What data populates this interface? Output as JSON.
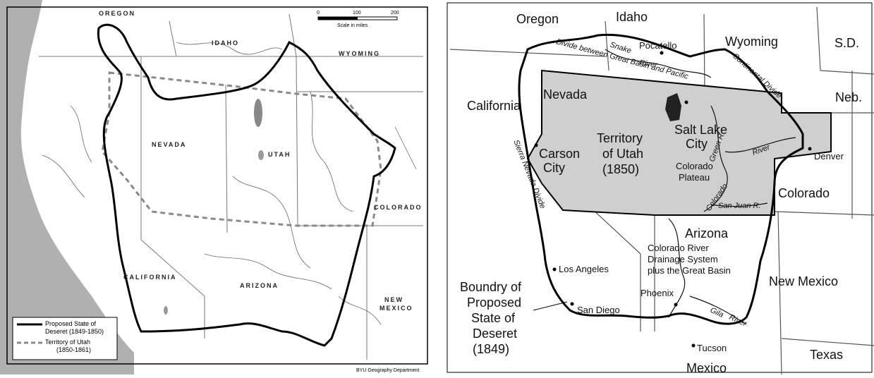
{
  "left_map": {
    "states": {
      "oregon": "OREGON",
      "idaho": "IDAHO",
      "wyoming": "WYOMING",
      "nevada": "NEVADA",
      "utah": "UTAH",
      "colorado": "COLORADO",
      "california": "CALIFORNIA",
      "arizona": "ARIZONA",
      "new_mexico_1": "NEW",
      "new_mexico_2": "MEXICO"
    },
    "scale": {
      "ticks": [
        "0",
        "100",
        "200"
      ],
      "label": "Scale in miles"
    },
    "legend": {
      "deseret_1": "Proposed State of",
      "deseret_2": "Deseret (1849-1850)",
      "utah_1": "Territory of Utah",
      "utah_2": "(1850-1861)"
    },
    "credit": "BYU Geography Department",
    "colors": {
      "ocean": "#b0b0b0",
      "line": "#000000",
      "dashed": "#8a8a8a"
    }
  },
  "right_map": {
    "states": {
      "oregon": "Oregon",
      "idaho": "Idaho",
      "wyoming": "Wyoming",
      "sd": "S.D.",
      "neb": "Neb.",
      "california": "California",
      "nevada": "Nevada",
      "colorado": "Colorado",
      "arizona": "Arizona",
      "new_mexico": "New Mexico",
      "texas": "Texas",
      "mexico": "Mexico"
    },
    "territory": {
      "line1": "Territory",
      "line2": "of Utah",
      "line3": "(1850)"
    },
    "cities": {
      "pocatello": "Pocatello",
      "salt_lake_1": "Salt Lake",
      "salt_lake_2": "City",
      "carson_1": "Carson",
      "carson_2": "City",
      "denver": "Denver",
      "los_angeles": "Los Angeles",
      "san_diego": "San Diego",
      "phoenix": "Phoenix",
      "tucson": "Tucson"
    },
    "features": {
      "snake_1": "Snake",
      "snake_2": "River",
      "divide": "Divide between Great Basin and Pacific",
      "continental": "Continental Divide",
      "green": "Green R.",
      "river": "River",
      "colorado_river": "Colorado",
      "san_juan": "San Juan R.",
      "sierra": "Sierra Nevada Divide",
      "gila_1": "Gila",
      "gila_2": "River",
      "plateau_1": "Colorado",
      "plateau_2": "Plateau",
      "drainage_1": "Colorado River",
      "drainage_2": "Drainage System",
      "drainage_3": "plus the Great Basin"
    },
    "boundary_label": {
      "l1": "Boundry of",
      "l2": "Proposed",
      "l3": "State of",
      "l4": "Deseret",
      "l5": "(1849)"
    },
    "colors": {
      "territory_fill": "#cfcfcf",
      "line": "#000000"
    }
  }
}
